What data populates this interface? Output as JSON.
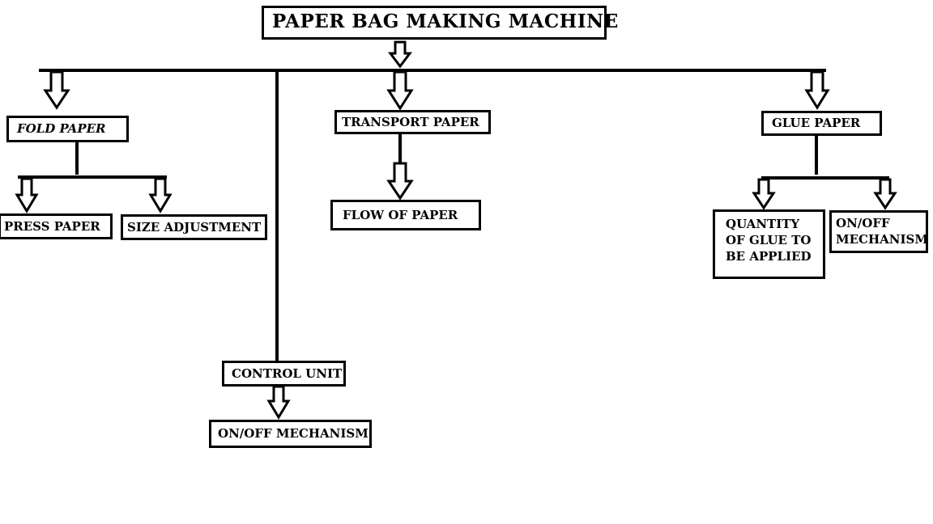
{
  "colors": {
    "line": "#000000",
    "background": "#ffffff"
  },
  "diagram": {
    "title": "PAPER BAG MAKING MACHINE",
    "fold_paper": "FOLD PAPER",
    "press_paper": "PRESS PAPER",
    "size_adjustment": "SIZE ADJUSTMENT",
    "transport_paper": "TRANSPORT PAPER",
    "flow_of_paper": "FLOW OF PAPER",
    "glue_paper": "GLUE PAPER",
    "quantity_of_glue": "QUANTITY OF GLUE TO BE APPLIED",
    "glue_on_off": "ON/OFF MECHANISM",
    "control_unit": "CONTROL UNIT",
    "control_on_off": "ON/OFF MECHANISM"
  }
}
